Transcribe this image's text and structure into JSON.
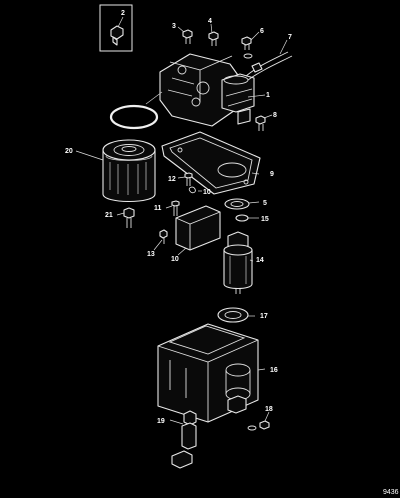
{
  "callouts": {
    "c1": "1",
    "c2": "2",
    "c3": "3",
    "c4": "4",
    "c5": "5",
    "c6": "6",
    "c7": "7",
    "c8": "8",
    "c9": "9",
    "c10a": "10",
    "c10b": "10",
    "c11": "11",
    "c12": "12",
    "c13": "13",
    "c14": "14",
    "c15": "15",
    "c16": "16",
    "c17": "17",
    "c18": "18",
    "c19": "19",
    "c20": "20",
    "c21": "21"
  },
  "figure_number": "9436",
  "colors": {
    "background": "#000000",
    "line": "#e8e8e8"
  }
}
